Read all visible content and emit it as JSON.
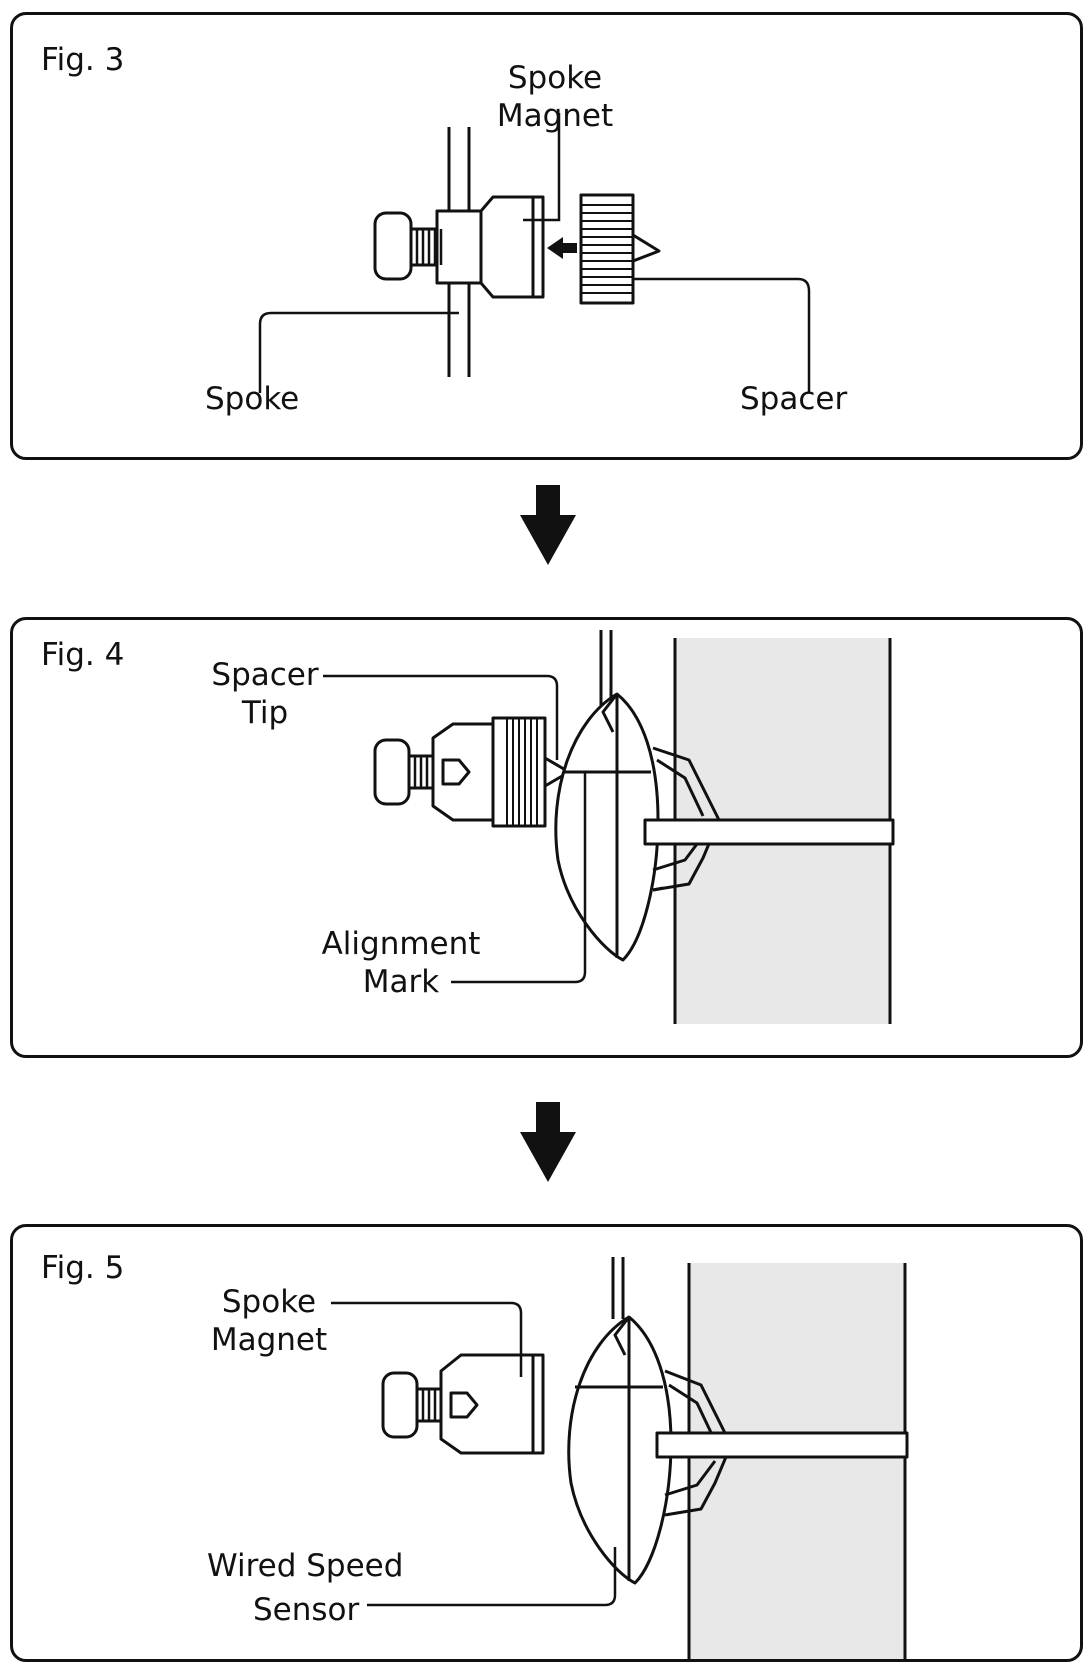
{
  "figures": [
    {
      "title": "Fig. 3",
      "labels": {
        "magnet_line1": "Spoke",
        "magnet_line2": "Magnet",
        "spoke": "Spoke",
        "spacer": "Spacer"
      }
    },
    {
      "title": "Fig. 4",
      "labels": {
        "tip_line1": "Spacer",
        "tip_line2": "Tip",
        "align_line1": "Alignment",
        "align_line2": "Mark"
      }
    },
    {
      "title": "Fig. 5",
      "labels": {
        "magnet_line1": "Spoke",
        "magnet_line2": "Magnet",
        "sensor_line1": "Wired Speed",
        "sensor_line2": "Sensor"
      }
    }
  ],
  "colors": {
    "line": "#111111",
    "fork_fill": "#e8e8e8",
    "background": "#ffffff"
  },
  "icons": [
    "down-arrow-icon",
    "left-arrow-icon"
  ]
}
